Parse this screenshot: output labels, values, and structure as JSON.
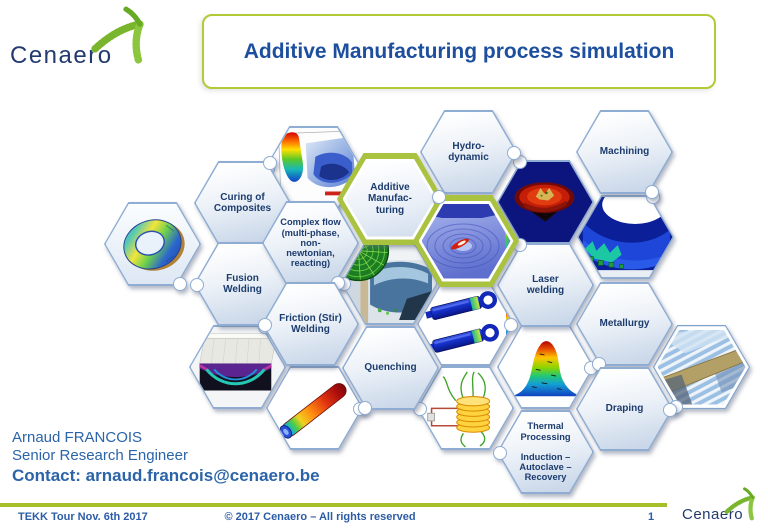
{
  "logo": {
    "text": "Cenaero"
  },
  "title": {
    "text": "Additive Manufacturing process simulation"
  },
  "hexes": {
    "curing": "Curing of\nComposites",
    "complex_flow": "Complex flow\n(multi-phase,\nnon-\nnewtonian,\nreacting)",
    "fusion": "Fusion\nWelding",
    "friction": "Friction (Stir)\nWelding",
    "quenching": "Quenching",
    "hydro": "Hydro-\ndynamic",
    "additive": "Additive\nManufac-\nturing",
    "laser": "Laser\nwelding",
    "machining": "Machining",
    "metallurgy": "Metallurgy",
    "draping": "Draping",
    "thermal": "Thermal\nProcessing\n\nInduction –\nAutoclave –\nRecovery"
  },
  "images": {
    "ring": "bearing-ring-fea-simulation",
    "topflow": "complex-flow-surface-simulation",
    "fsw_block": "friction-stir-welding-simulation",
    "rod": "quenched-rod-thermal-simulation",
    "photo": "green-mesh-fan-and-machine-photo",
    "meltpool_green": "additive-melt-pool-simulation",
    "cylinders": "hydraulic-cylinder-simulation",
    "induction": "induction-coil-schematic",
    "redpool": "laser-weld-pool-simulation",
    "machsim": "machining-chip-simulation",
    "cone": "thermal-cone-rainbow-simulation",
    "fiber": "draped-fiber-weave-photo"
  },
  "contact": {
    "name": "Arnaud FRANCOIS",
    "role": "Senior Research Engineer",
    "line": "Contact: arnaud.francois@cenaero.be"
  },
  "footer": {
    "left": "TEKK Tour Nov. 6th 2017",
    "center": "© 2017 Cenaero – All rights reserved",
    "page": "1",
    "logo": "Cenaero"
  },
  "colors": {
    "accent_green": "#a9c23f",
    "footer_green": "#a6c02a",
    "title_blue": "#1d4f9e",
    "label_navy": "#1c3c6e",
    "text_blue": "#2b64a8",
    "logo_navy": "#223a70",
    "logo_green": "#79b52d",
    "hex_border_blue": "#8fadd3"
  }
}
